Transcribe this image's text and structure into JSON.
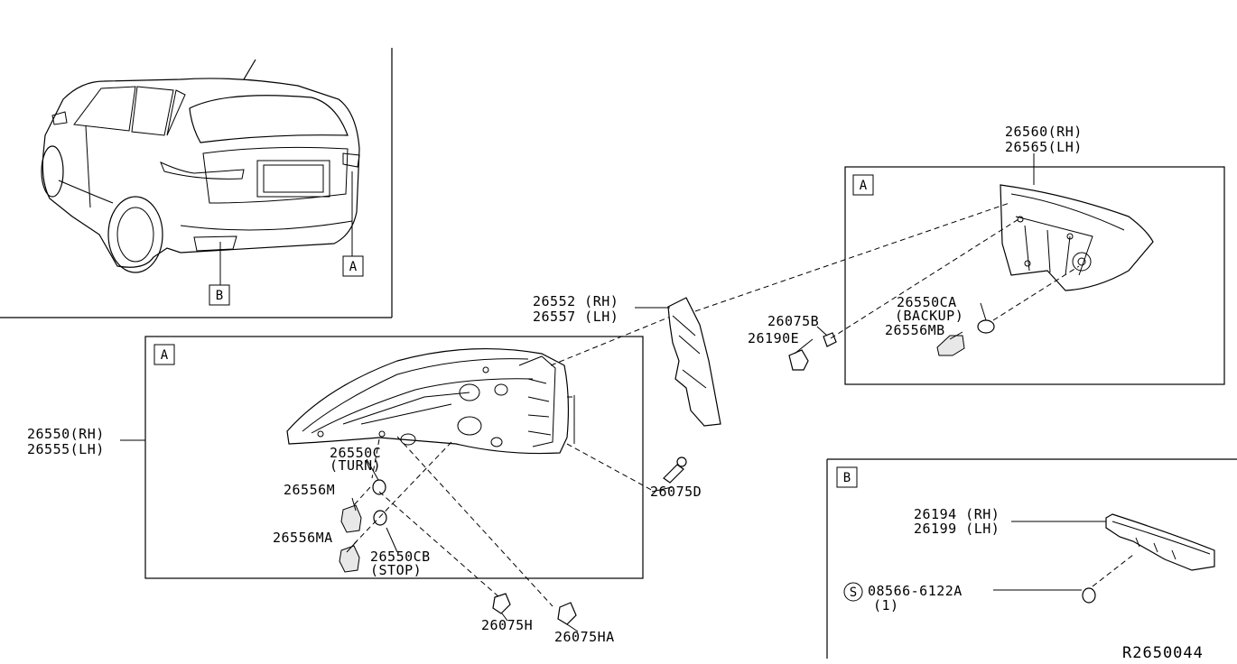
{
  "diagram": {
    "reference_code": "R2650044",
    "view_markers": {
      "a": "A",
      "b": "B"
    },
    "labels": {
      "p26560": "26560(RH)",
      "p26565": "26565(LH)",
      "p26552": "26552 (RH)",
      "p26557": "26557 (LH)",
      "p26550ca": "26550CA",
      "p26550ca_sub": "(BACKUP)",
      "p26556mb": "26556MB",
      "p26075b": "26075B",
      "p26190e": "26190E",
      "p26550": "26550(RH)",
      "p26555": "26555(LH)",
      "p26550c": "26550C",
      "p26550c_sub": "(TURN)",
      "p26556m": "26556M",
      "p26556ma": "26556MA",
      "p26550cb": "26550CB",
      "p26550cb_sub": "(STOP)",
      "p26075d": "26075D",
      "p26075h": "26075H",
      "p26075ha": "26075HA",
      "p26194": "26194 (RH)",
      "p26199": "26199 (LH)",
      "p08566": "08566-6122A",
      "p08566_qty": "(1)",
      "s_symbol": "S"
    }
  }
}
